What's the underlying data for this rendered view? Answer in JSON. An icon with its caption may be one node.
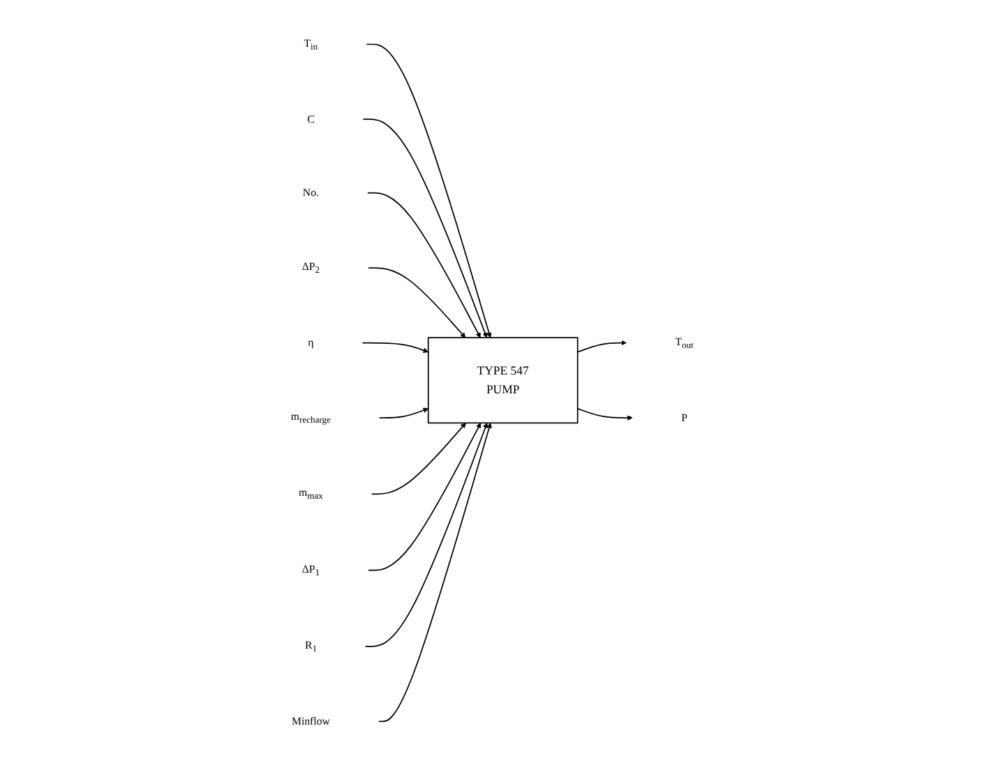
{
  "diagram": {
    "nodes": [
      {
        "text": [
          "TYPE 547",
          "PUMP"
        ]
      },
      {
        "text": [
          "T$_{in}$"
        ]
      },
      {
        "text": [
          "C"
        ]
      },
      {
        "text": [
          "No."
        ]
      },
      {
        "text": [
          "ΔP$_{2}$"
        ]
      },
      {
        "text": [
          "η"
        ]
      },
      {
        "text": [
          "m$_{recharge}$"
        ]
      },
      {
        "text": [
          "m$_{max}$"
        ]
      },
      {
        "text": [
          "ΔP$_{1}$"
        ]
      },
      {
        "text": [
          "R$_{1}$"
        ]
      },
      {
        "text": [
          "Minflow"
        ]
      },
      {
        "text": [
          "T$_{out}$"
        ]
      },
      {
        "text": [
          "P"
        ]
      }
    ],
    "edges": [
      {
        "from": 1,
        "to": 0,
        "arrow": "to"
      },
      {
        "from": 2,
        "to": 0,
        "arrow": "to"
      },
      {
        "from": 3,
        "to": 0,
        "arrow": "to"
      },
      {
        "from": 4,
        "to": 0,
        "arrow": "to"
      },
      {
        "from": 5,
        "to": 0,
        "arrow": "to"
      },
      {
        "from": 6,
        "to": 0,
        "arrow": "to"
      },
      {
        "from": 7,
        "to": 0,
        "arrow": "to"
      },
      {
        "from": 8,
        "to": 0,
        "arrow": "to"
      },
      {
        "from": 9,
        "to": 0,
        "arrow": "to"
      },
      {
        "from": 10,
        "to": 0,
        "arrow": "to"
      },
      {
        "from": 0,
        "to": 11,
        "arrow": "to"
      },
      {
        "from": 0,
        "to": 12,
        "arrow": "to"
      }
    ]
  }
}
